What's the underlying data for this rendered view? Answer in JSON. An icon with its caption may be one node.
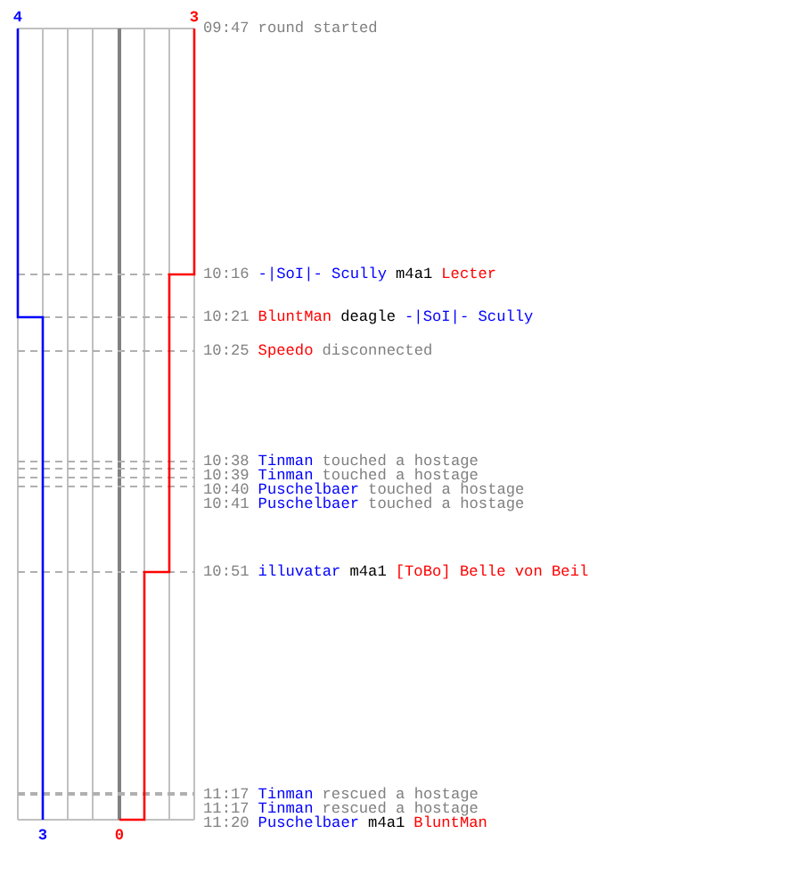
{
  "diagram": {
    "labels": [
      "4",
      "3",
      "09:47",
      "round started",
      "10:16",
      "-|SoI|- Scully",
      "m4a1",
      "Lecter",
      "10:21",
      "BluntMan",
      "deagle",
      "-|SoI|- Scully",
      "10:25",
      "Speedo",
      "disconnected",
      "10:38",
      "Tinman",
      "touched a hostage",
      "10:39",
      "Tinman",
      "touched a hostage",
      "10:40",
      "Puschelbaer",
      "touched a hostage",
      "10:41",
      "Puschelbaer",
      "touched a hostage",
      "10:51",
      "illuvatar",
      "m4a1",
      "[ToBo] Belle von Beil",
      "11:17",
      "Tinman",
      "rescued a hostage",
      "11:17",
      "Tinman",
      "rescued a hostage",
      "3",
      "0",
      "11:20",
      "Puschelbaer",
      "m4a1",
      "BluntMan"
    ]
  }
}
